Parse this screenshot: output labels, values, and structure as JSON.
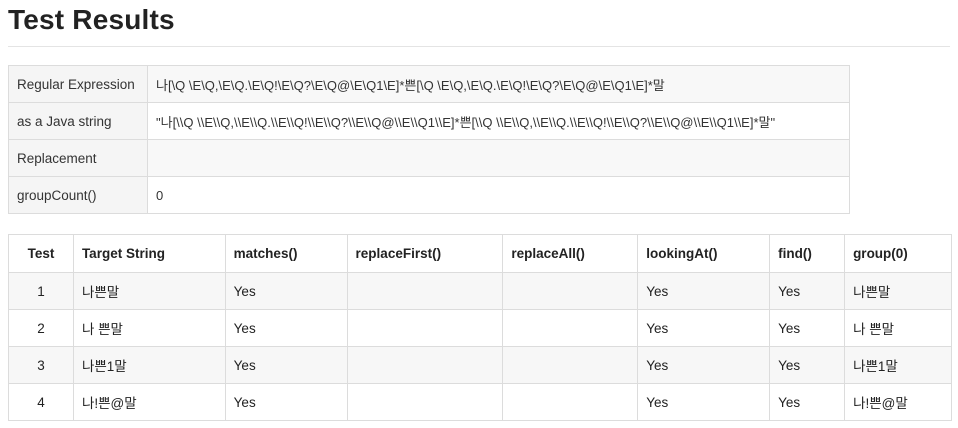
{
  "page": {
    "title": "Test Results"
  },
  "info": {
    "rows": [
      {
        "label": "Regular Expression",
        "value": "나[\\Q \\E\\Q,\\E\\Q.\\E\\Q!\\E\\Q?\\E\\Q@\\E\\Q1\\E]*쁜[\\Q \\E\\Q,\\E\\Q.\\E\\Q!\\E\\Q?\\E\\Q@\\E\\Q1\\E]*말"
      },
      {
        "label": "as a Java string",
        "value": "\"나[\\\\Q \\\\E\\\\Q,\\\\E\\\\Q.\\\\E\\\\Q!\\\\E\\\\Q?\\\\E\\\\Q@\\\\E\\\\Q1\\\\E]*쁜[\\\\Q \\\\E\\\\Q,\\\\E\\\\Q.\\\\E\\\\Q!\\\\E\\\\Q?\\\\E\\\\Q@\\\\E\\\\Q1\\\\E]*말\""
      },
      {
        "label": "Replacement",
        "value": ""
      },
      {
        "label": "groupCount()",
        "value": "0"
      }
    ]
  },
  "results": {
    "headers": [
      "Test",
      "Target String",
      "matches()",
      "replaceFirst()",
      "replaceAll()",
      "lookingAt()",
      "find()",
      "group(0)"
    ],
    "rows": [
      [
        "1",
        "나쁜말",
        "Yes",
        "",
        "",
        "Yes",
        "Yes",
        "나쁜말"
      ],
      [
        "2",
        "나 쁜말",
        "Yes",
        "",
        "",
        "Yes",
        "Yes",
        "나 쁜말"
      ],
      [
        "3",
        "나쁜1말",
        "Yes",
        "",
        "",
        "Yes",
        "Yes",
        "나쁜1말"
      ],
      [
        "4",
        "나!쁜@말",
        "Yes",
        "",
        "",
        "Yes",
        "Yes",
        "나!쁜@말"
      ]
    ]
  }
}
